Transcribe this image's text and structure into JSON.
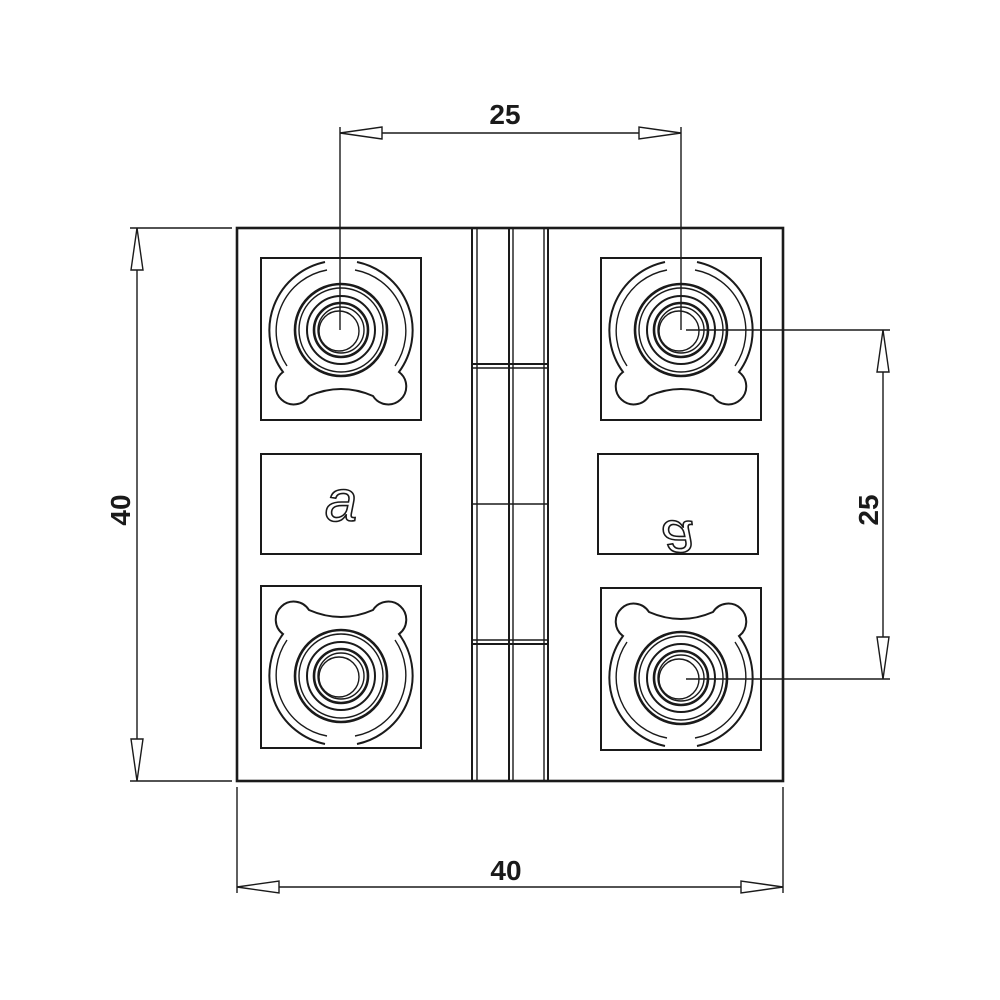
{
  "dimensions": {
    "top_hole_spacing": "25",
    "side_hole_spacing": "25",
    "overall_height": "40",
    "overall_width": "40"
  },
  "leaf_marks": {
    "left": "a",
    "right": "a"
  }
}
